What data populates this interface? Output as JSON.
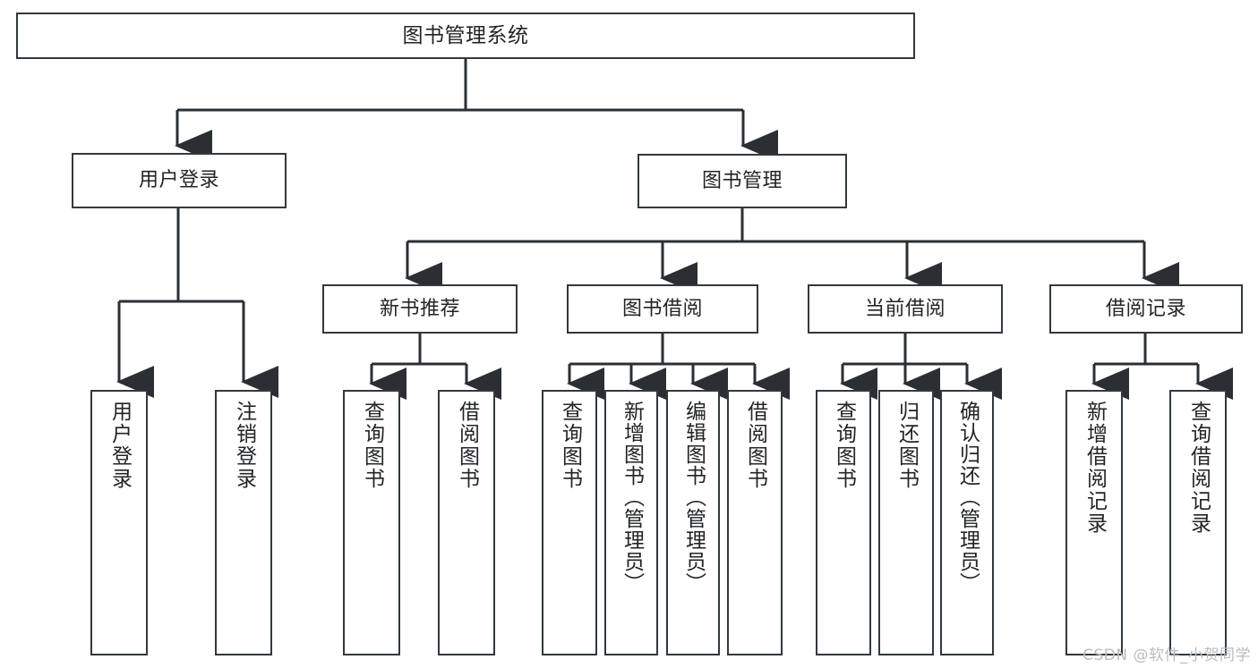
{
  "diagram": {
    "title": "图书管理系统",
    "type": "hierarchy-tree",
    "watermark": "CSDN @软件_小贺同学",
    "colors": {
      "box_border": "#33383d",
      "box_fill": "#ffffff",
      "connector": "#2b2f33",
      "text": "#222427",
      "watermark": "#b9bcc0",
      "background": "#ffffff"
    },
    "root": {
      "label": "图书管理系统"
    },
    "level2": [
      {
        "label": "用户登录"
      },
      {
        "label": "图书管理"
      }
    ],
    "level3": [
      {
        "label": "新书推荐"
      },
      {
        "label": "图书借阅"
      },
      {
        "label": "当前借阅"
      },
      {
        "label": "借阅记录"
      }
    ],
    "leaves": {
      "user_login": [
        {
          "label": "用户登录"
        },
        {
          "label": "注销登录"
        }
      ],
      "new_book_recommend": [
        {
          "label": "查询图书"
        },
        {
          "label": "借阅图书"
        }
      ],
      "book_borrow": [
        {
          "label": "查询图书"
        },
        {
          "label": "新增图书（管理员）"
        },
        {
          "label": "编辑图书（管理员）"
        },
        {
          "label": "借阅图书"
        }
      ],
      "current_borrow": [
        {
          "label": "查询图书"
        },
        {
          "label": "归还图书"
        },
        {
          "label": "确认归还（管理员）"
        }
      ],
      "borrow_record": [
        {
          "label": "新增借阅记录"
        },
        {
          "label": "查询借阅记录"
        }
      ]
    }
  }
}
